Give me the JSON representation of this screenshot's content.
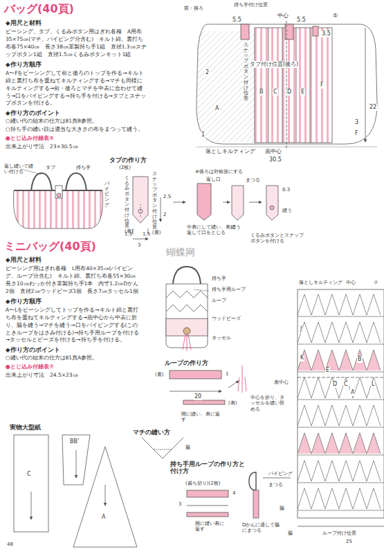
{
  "diagram": {
    "labels": [
      "バッグ(40頁)",
      "◆用尺と材料",
      "ピーシング、タブ、くるみボタン用はぎれ各種　A用布35×75㎝(マチ、パイピング分含む)　キルト綿、裏打ち布各75×40㎝　長さ38㎝革製持ち手1組　直径1.3㎝スナップボタン1組　直径1.5㎝くるみボタンキット1組",
      "◆作り方順序",
      "A〜Fをピーシングして前と後ろのトップを作る→キルト綿と裏打ち布を重ねてキルティングする→マチも同様にキルティングする→前・後ろとマチを中表に合わせて縫う→口をパイピングする→持ち手を付ける→タブとスナップボタンを付ける。",
      "◆作り方のポイント",
      "○縫い代の始末の仕方は81頁B参照。",
      "○持ち手の縫い目は適当な大きさの布をまつって縫う。",
      "●とじ込み付録表⑤",
      "出来上がり寸法　23×30.5㎝",
      "返し縫いで縫い付ける",
      "タブ",
      "持ち手",
      "パイピング",
      "タブの作り方",
      "(2枚)",
      "くるみボタン付け位置(表)",
      "スナップボタン付け位置(裏)",
      "2.5",
      "2",
      "1.5",
      "1.5",
      "3",
      "※後ろは対称形にする",
      "返し口",
      "中表にして縫い、表に返して口をとじる",
      "まつる",
      "0.3",
      "縫う",
      "くるみボタンとスナップボタンを付ける",
      "縫う",
      "前・後ろ",
      "持ち手付け位置",
      "中心",
      "5.5",
      "5.5",
      "3.5",
      "⑤",
      "スナップボタン付け位置",
      "タブ付け位置(後ろ)",
      "2",
      "B",
      "C",
      "D",
      "E",
      "F",
      "A",
      "22",
      "3",
      "F",
      "1",
      "落としキルティング",
      "底中心",
      "30.5",
      "ミニバッグ(40頁)",
      "◆用尺と材料",
      "ピーシング用はぎれ各種　L用布40×35㎝(パイピング、ループ分含む)　キルト綿、裏打ち布各55×30㎝　長さ10㎝わっか付き革製持ち手1本　内寸1.2㎝Dかん2個　直径2㎝ウッドビーズ1個　長さ7㎝タッセル1個",
      "◆作り方順序",
      "A〜Lをピーシングしてトップを作る→キルト綿と裏打ち布を重ねてキルティングする→底中心から中表に折り、脇を縫う→マチを縫う→口をパイピングする(このときループをはさみ付ける)→持ち手用ループを付ける→タッセルとビーズを付ける→持ち手を付ける。",
      "◆作り方のポイント",
      "○縫い代の始末の仕方は81頁A参照。",
      "●とじ込み付録表⑦",
      "出来上がり寸法　24.5×23㎝",
      "持ち手",
      "持ち手用ループ",
      "ループ",
      "ウッドビーズ",
      "タッセル",
      "ループの作り方",
      "(裏)",
      "20",
      "1",
      "(表)",
      "開に縫い、表に返す",
      "中心を折り、タッセルを縫い留める",
      "マチの縫い方",
      "脇",
      "持ち手用ループの作り方と付け方",
      "(裁ち切り)(2枚)",
      "4",
      "3",
      "パイピング",
      "まつる",
      "開に縫い表に返す",
      "Dかんに通して脇にまつる",
      "脇",
      "実物大型紙",
      "C",
      "BB'",
      "A",
      "落としキルティング",
      "中心",
      "⑦",
      "J",
      "K",
      "E",
      "D",
      "C",
      "B",
      "A",
      "L",
      "底中心",
      "脇",
      "ループ付け位置",
      "25",
      "48",
      "蝴蝶网"
    ]
  }
}
